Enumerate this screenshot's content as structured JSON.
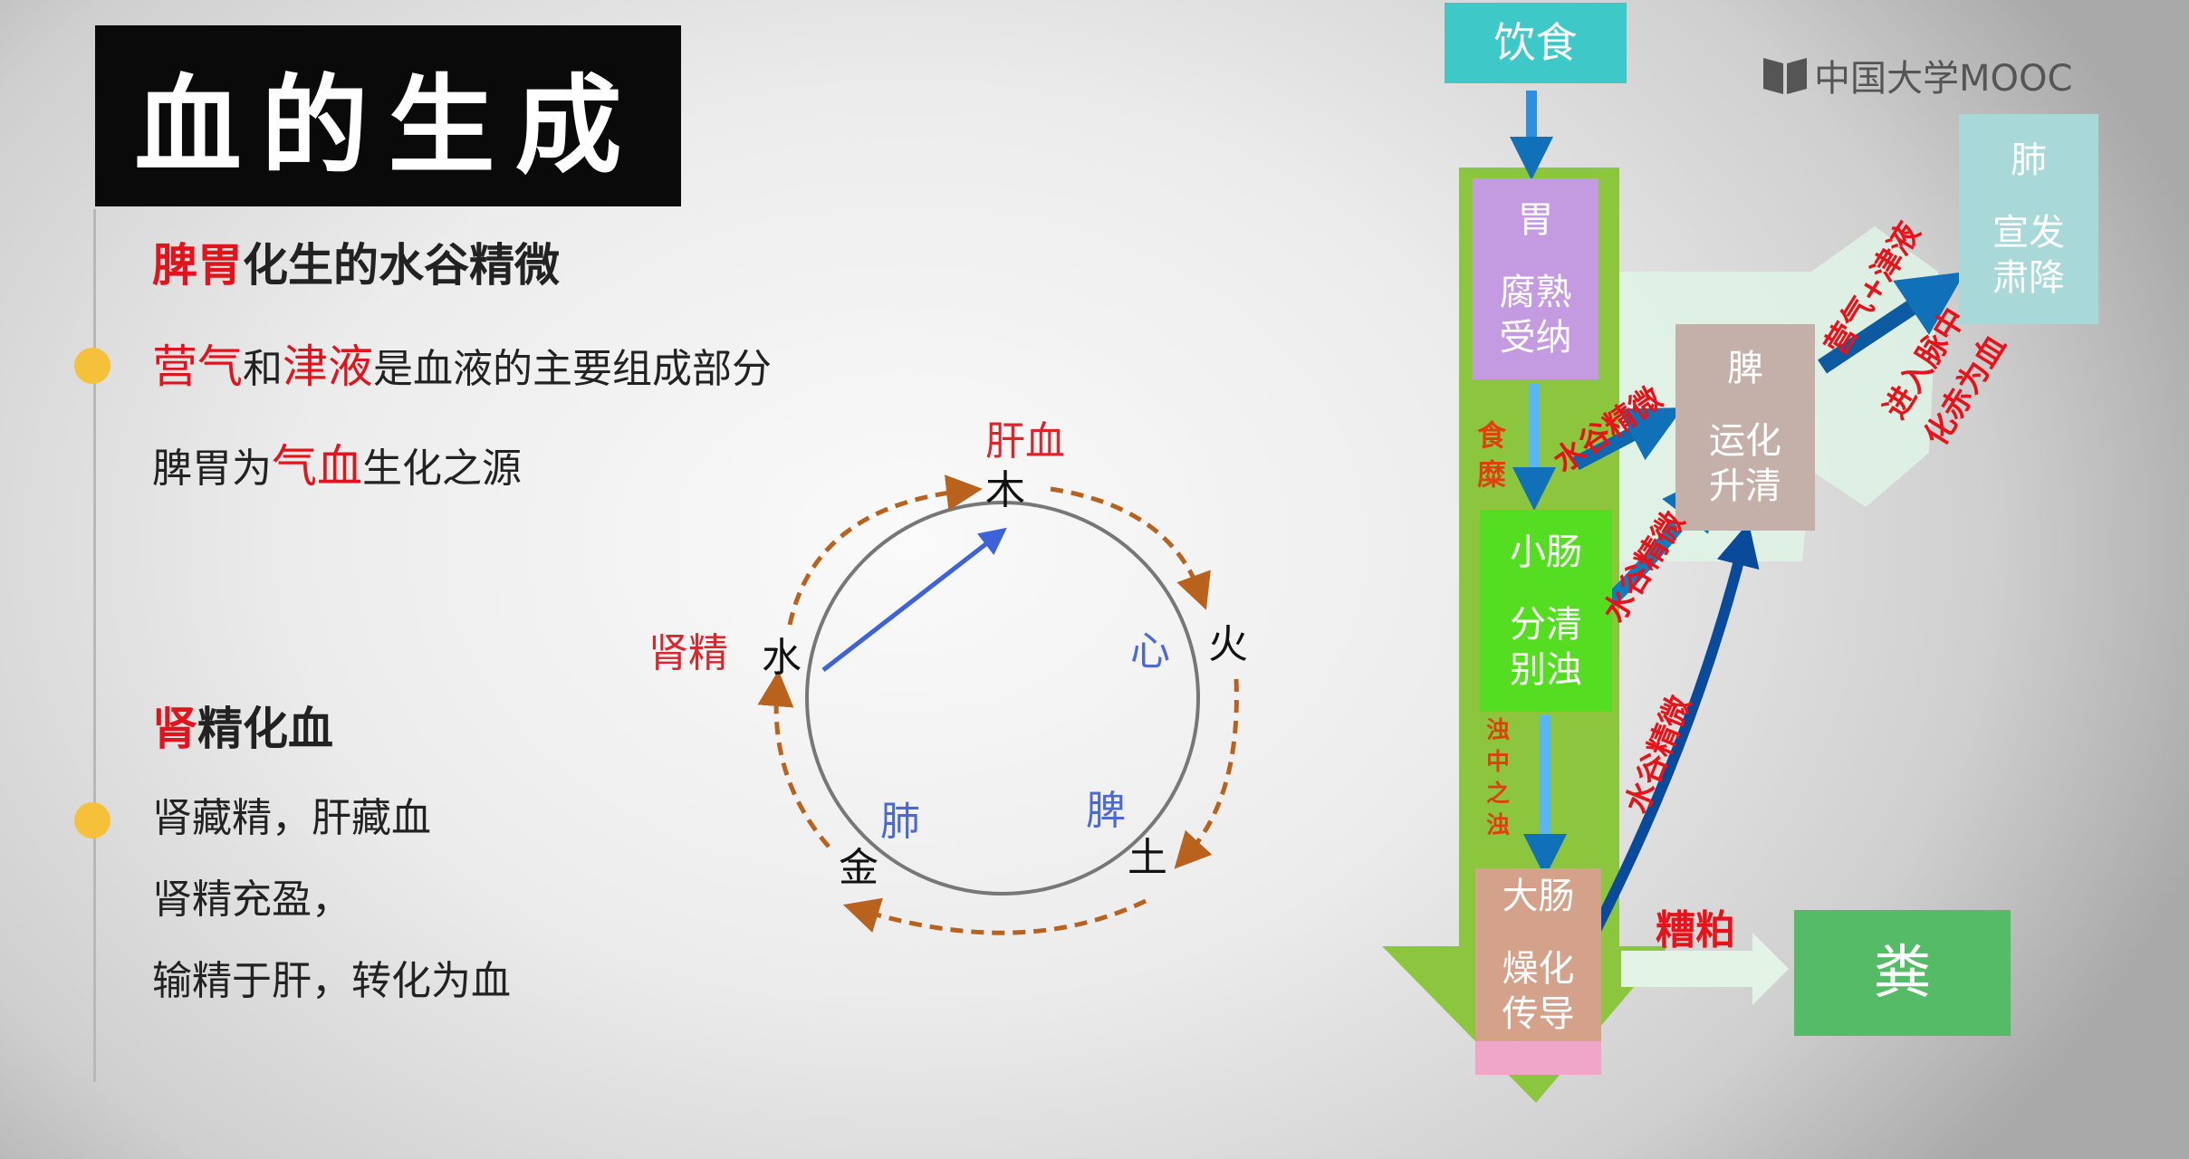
{
  "title": "血的生成",
  "left": {
    "heading1": {
      "red": "脾胃",
      "rest": "化生的水谷精微"
    },
    "line1": {
      "a": "营气",
      "b": "和",
      "c": "津液",
      "d": "是血液的主要组成部分"
    },
    "line2": {
      "a": "脾胃为",
      "b": "气血",
      "c": "生化之源"
    },
    "heading2": {
      "red": "肾",
      "rest": "精化血"
    },
    "line3": "肾藏精，肝藏血",
    "line4": "肾精充盈，",
    "line5": "输精于肝，转化为血"
  },
  "cycle": {
    "wood": "木",
    "fire": "火",
    "earth": "土",
    "metal": "金",
    "water": "水",
    "liver_blood": "肝血",
    "kidney_essence": "肾精",
    "heart": "心",
    "lung": "肺",
    "spleen": "脾"
  },
  "flow": {
    "food": "饮食",
    "stomach": {
      "name": "胃",
      "l1": "腐熟",
      "l2": "受纳"
    },
    "chyme": "食糜",
    "small_intestine": {
      "name": "小肠",
      "l1": "分清",
      "l2": "别浊"
    },
    "turbid": "浊中之浊",
    "large_intestine": {
      "name": "大肠",
      "l1": "燥化",
      "l2": "传导"
    },
    "spleen": {
      "name": "脾",
      "l1": "运化",
      "l2": "升清"
    },
    "lung": {
      "name": "肺",
      "l1": "宣发",
      "l2": "肃降"
    },
    "feces": "粪",
    "dregs": "糟粕",
    "essence1": "水谷精微",
    "essence2": "水谷精微",
    "essence3": "水谷精微",
    "qi_fluid": "营气+津液",
    "into_vessel": "进入脉中",
    "to_blood": "化赤为血"
  },
  "logo": "中国大学MOOC",
  "colors": {
    "accent_red": "#e0141c",
    "bullet": "#f6c13a",
    "arrow_green": "#8cc63f",
    "stomach": "#c49be0",
    "small_intestine": "#55dd22",
    "large_intestine": "#d4a28a",
    "spleen_box": "#c4b0a8",
    "lung_box": "#a8d8d8",
    "feces_box": "#55bb66",
    "food_box": "#3ec8c8"
  }
}
